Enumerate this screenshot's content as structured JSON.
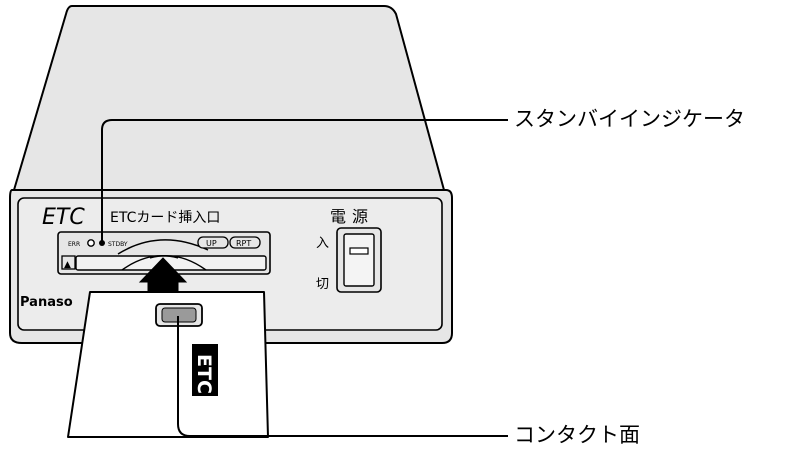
{
  "device": {
    "logo": "ETC",
    "slot_label": "ETCカード挿入口",
    "err_label": "ERR",
    "stdby_label": "STDBY",
    "up_label": "UP",
    "rpt_label": "RPT",
    "eject_symbol": "▲",
    "brand": "Panaso",
    "power_label": "電源",
    "power_on": "入",
    "power_off": "切"
  },
  "card": {
    "logo": "ETC"
  },
  "callouts": {
    "standby_indicator": "スタンバイインジケータ",
    "contact_surface": "コンタクト面"
  },
  "colors": {
    "body_fill": "#e6e6e6",
    "outline": "#000000",
    "card_fill": "#ffffff",
    "contact_fill": "#9a9a9a"
  }
}
